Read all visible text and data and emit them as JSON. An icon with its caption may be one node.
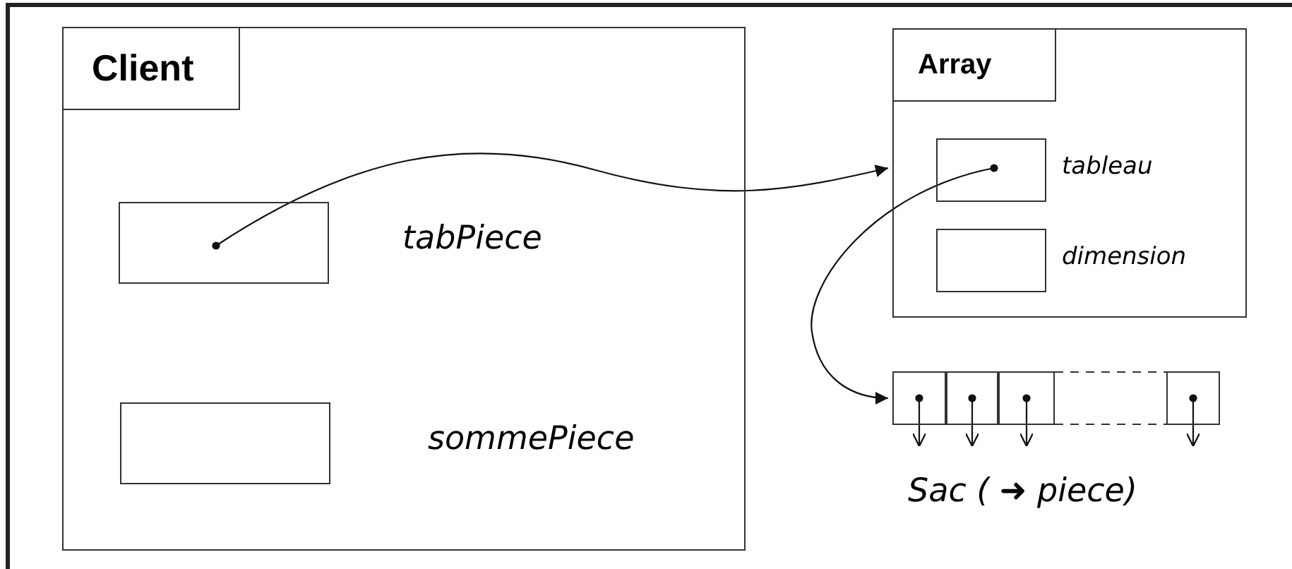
{
  "diagram": {
    "nodes": [
      {
        "text": [
          "Client"
        ]
      },
      {
        "text": [],
        "shape": "box",
        "in": 0,
        "beside": [
          "tabPiece"
        ]
      },
      {
        "text": [],
        "shape": "box",
        "in": 0,
        "beside": [
          "sommePiece"
        ]
      },
      {
        "text": [
          "Array"
        ]
      },
      {
        "text": [],
        "shape": "box",
        "in": 3,
        "beside": [
          "tableau"
        ]
      },
      {
        "text": [],
        "shape": "box",
        "in": 3,
        "beside": [
          "dimension"
        ]
      },
      {
        "text": [],
        "shape": "bar"
      },
      {
        "text": [],
        "shape": "box",
        "in": 6
      },
      {
        "text": [],
        "shape": "box",
        "in": 6
      },
      {
        "text": [],
        "shape": "box",
        "in": 6
      },
      {
        "text": [],
        "shape": "box",
        "in": 6
      }
    ],
    "edges": [
      {
        "from": 1,
        "to": 3,
        "arrow": "to"
      },
      {
        "from": 4,
        "to": 6,
        "arrow": "to"
      },
      {
        "from": 7,
        "to": null,
        "arrow": "to"
      },
      {
        "from": 8,
        "to": null,
        "arrow": "to"
      },
      {
        "from": 9,
        "to": null,
        "arrow": "to"
      },
      {
        "from": 10,
        "to": null,
        "arrow": "to"
      }
    ],
    "labels": [
      "Sac ( ➜ piece)"
    ]
  }
}
